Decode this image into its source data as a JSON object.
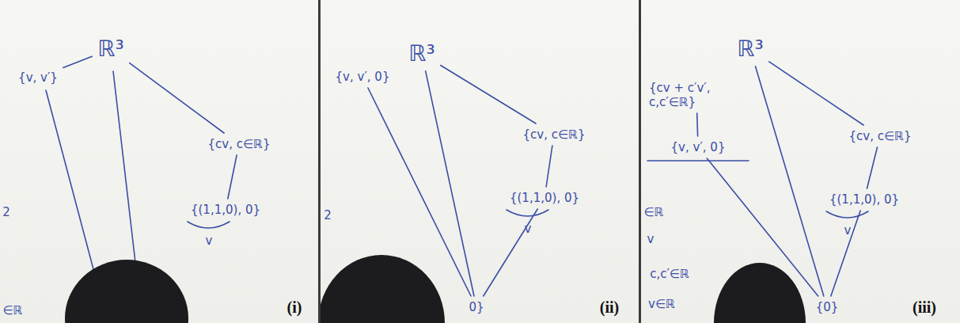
{
  "diagram": {
    "nodes": [
      {
        "text": [
          "ℝ³"
        ]
      },
      {
        "text": [
          "{v, v′}"
        ]
      },
      {
        "text": [
          "{cv, c∈ℝ}"
        ]
      },
      {
        "text": [
          "{(1,1,0), 0}"
        ]
      },
      {
        "text": [
          "ℝ³"
        ]
      },
      {
        "text": [
          "{v, v′, 0}"
        ]
      },
      {
        "text": [
          "{cv, c∈ℝ}"
        ]
      },
      {
        "text": [
          "{(1,1,0), 0}"
        ]
      },
      {
        "text": [
          "0}"
        ]
      },
      {
        "text": [
          "ℝ³"
        ]
      },
      {
        "text": [
          "{cv + c′v′, c,c′∈ℝ}"
        ]
      },
      {
        "text": [
          "{v, v′, 0}"
        ]
      },
      {
        "text": [
          "{cv, c∈ℝ}"
        ]
      },
      {
        "text": [
          "{(1,1,0), 0}"
        ]
      },
      {
        "text": [
          "{0}"
        ]
      }
    ],
    "edges": [
      {
        "from": 0,
        "to": 1,
        "arrow": "none"
      },
      {
        "from": 0,
        "to": 2,
        "arrow": "none"
      },
      {
        "from": 2,
        "to": 3,
        "arrow": "none"
      },
      {
        "from": 4,
        "to": 6,
        "arrow": "none"
      },
      {
        "from": 6,
        "to": 7,
        "arrow": "none"
      },
      {
        "from": 7,
        "to": 8,
        "arrow": "none"
      },
      {
        "from": 4,
        "to": 8,
        "arrow": "none"
      },
      {
        "from": 5,
        "to": 8,
        "arrow": "none"
      },
      {
        "from": 9,
        "to": 12,
        "arrow": "none"
      },
      {
        "from": 12,
        "to": 13,
        "arrow": "none"
      },
      {
        "from": 13,
        "to": 14,
        "arrow": "none"
      },
      {
        "from": 9,
        "to": 14,
        "arrow": "none"
      },
      {
        "from": 11,
        "to": 14,
        "arrow": "none"
      },
      {
        "from": 10,
        "to": 11,
        "arrow": "none"
      }
    ],
    "labels": [
      "2",
      "∈ℝ",
      "v",
      "(i)",
      "2",
      "v",
      "(ii)",
      "∈ℝ",
      "v",
      "c,c′∈ℝ",
      "v∈ℝ",
      "v",
      "(iii)"
    ]
  }
}
